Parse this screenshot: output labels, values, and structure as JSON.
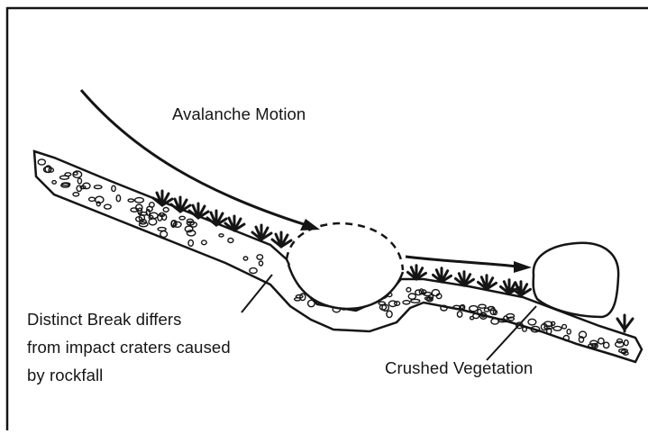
{
  "diagram": {
    "labels": {
      "avalanche_motion": "Avalanche Motion",
      "distinct_break": [
        "Distinct Break differs",
        "from impact craters caused",
        "by rockfall"
      ],
      "crushed_vegetation": "Crushed Vegetation"
    },
    "colors": {
      "ink": "#151515",
      "background": "#ffffff"
    }
  }
}
